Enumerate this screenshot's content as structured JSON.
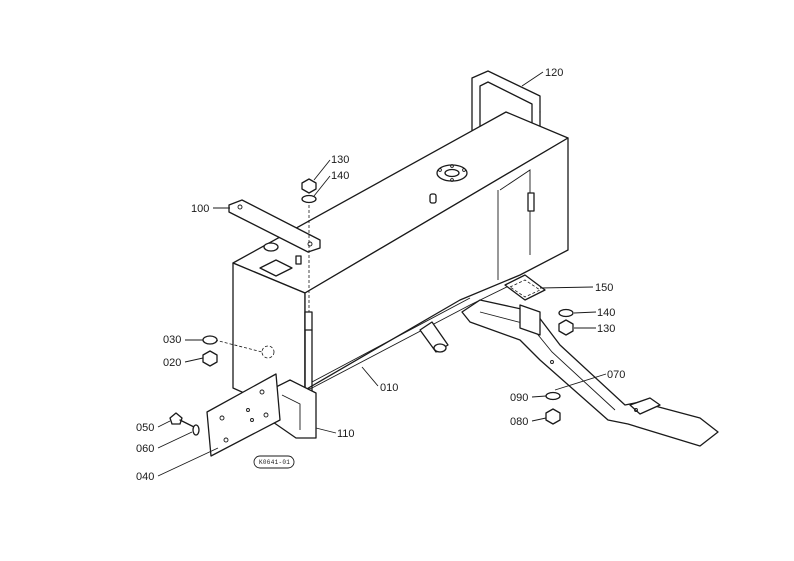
{
  "parts": [
    {
      "id": "p120",
      "label": "120"
    },
    {
      "id": "p130a",
      "label": "130"
    },
    {
      "id": "p140a",
      "label": "140"
    },
    {
      "id": "p100",
      "label": "100"
    },
    {
      "id": "p150",
      "label": "150"
    },
    {
      "id": "p140b",
      "label": "140"
    },
    {
      "id": "p130b",
      "label": "130"
    },
    {
      "id": "p030",
      "label": "030"
    },
    {
      "id": "p020",
      "label": "020"
    },
    {
      "id": "p010",
      "label": "010"
    },
    {
      "id": "p070",
      "label": "070"
    },
    {
      "id": "p090",
      "label": "090"
    },
    {
      "id": "p080",
      "label": "080"
    },
    {
      "id": "p050",
      "label": "050"
    },
    {
      "id": "p060",
      "label": "060"
    },
    {
      "id": "p110",
      "label": "110"
    },
    {
      "id": "p040",
      "label": "040"
    }
  ],
  "stamp": "K0641-01"
}
